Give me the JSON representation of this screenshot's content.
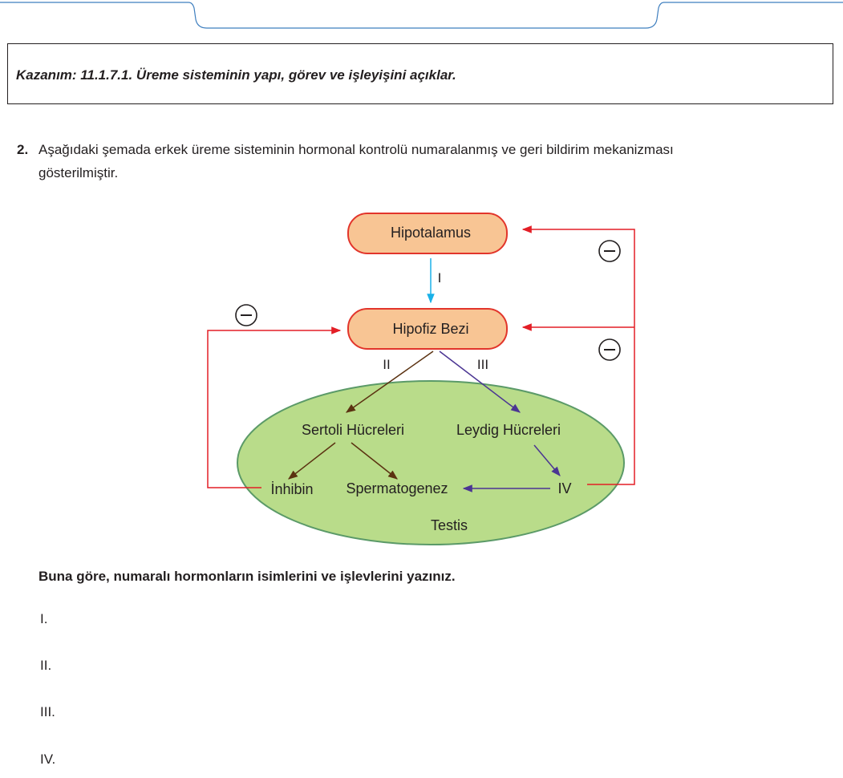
{
  "kazanim": "Kazanım: 11.1.7.1. Üreme sisteminin yapı, görev ve işleyişini açıklar.",
  "question": {
    "number": "2.",
    "line1": "Aşağıdaki şemada erkek üreme sisteminin hormonal kontrolü numaralanmış ve geri bildirim mekanizması",
    "line2": "gösterilmiştir."
  },
  "diagram": {
    "hipotalamus": "Hipotalamus",
    "hipofiz": "Hipofiz Bezi",
    "testis": "Testis",
    "sertoli": "Sertoli Hücreleri",
    "leydig": "Leydig Hücreleri",
    "inhibin": "İnhibin",
    "spermatogenez": "Spermatogenez",
    "hormone_1": "I",
    "hormone_2": "II",
    "hormone_3": "III",
    "hormone_4": "IV",
    "negative_sign": "−"
  },
  "prompt": "Buna göre, numaralı hormonların isimlerini ve işlevlerini yazınız.",
  "answers": [
    "I.",
    "II.",
    "III.",
    "IV."
  ],
  "colors": {
    "box_fill": "#f8c594",
    "box_border": "#e2352b",
    "ellipse_fill": "#b9dc8a",
    "ellipse_border": "#5b9a68",
    "feedback": "#e31e26",
    "arrow_I": "#1ab1e8",
    "arrow_brown": "#5b3211",
    "arrow_purple": "#4b3593"
  }
}
